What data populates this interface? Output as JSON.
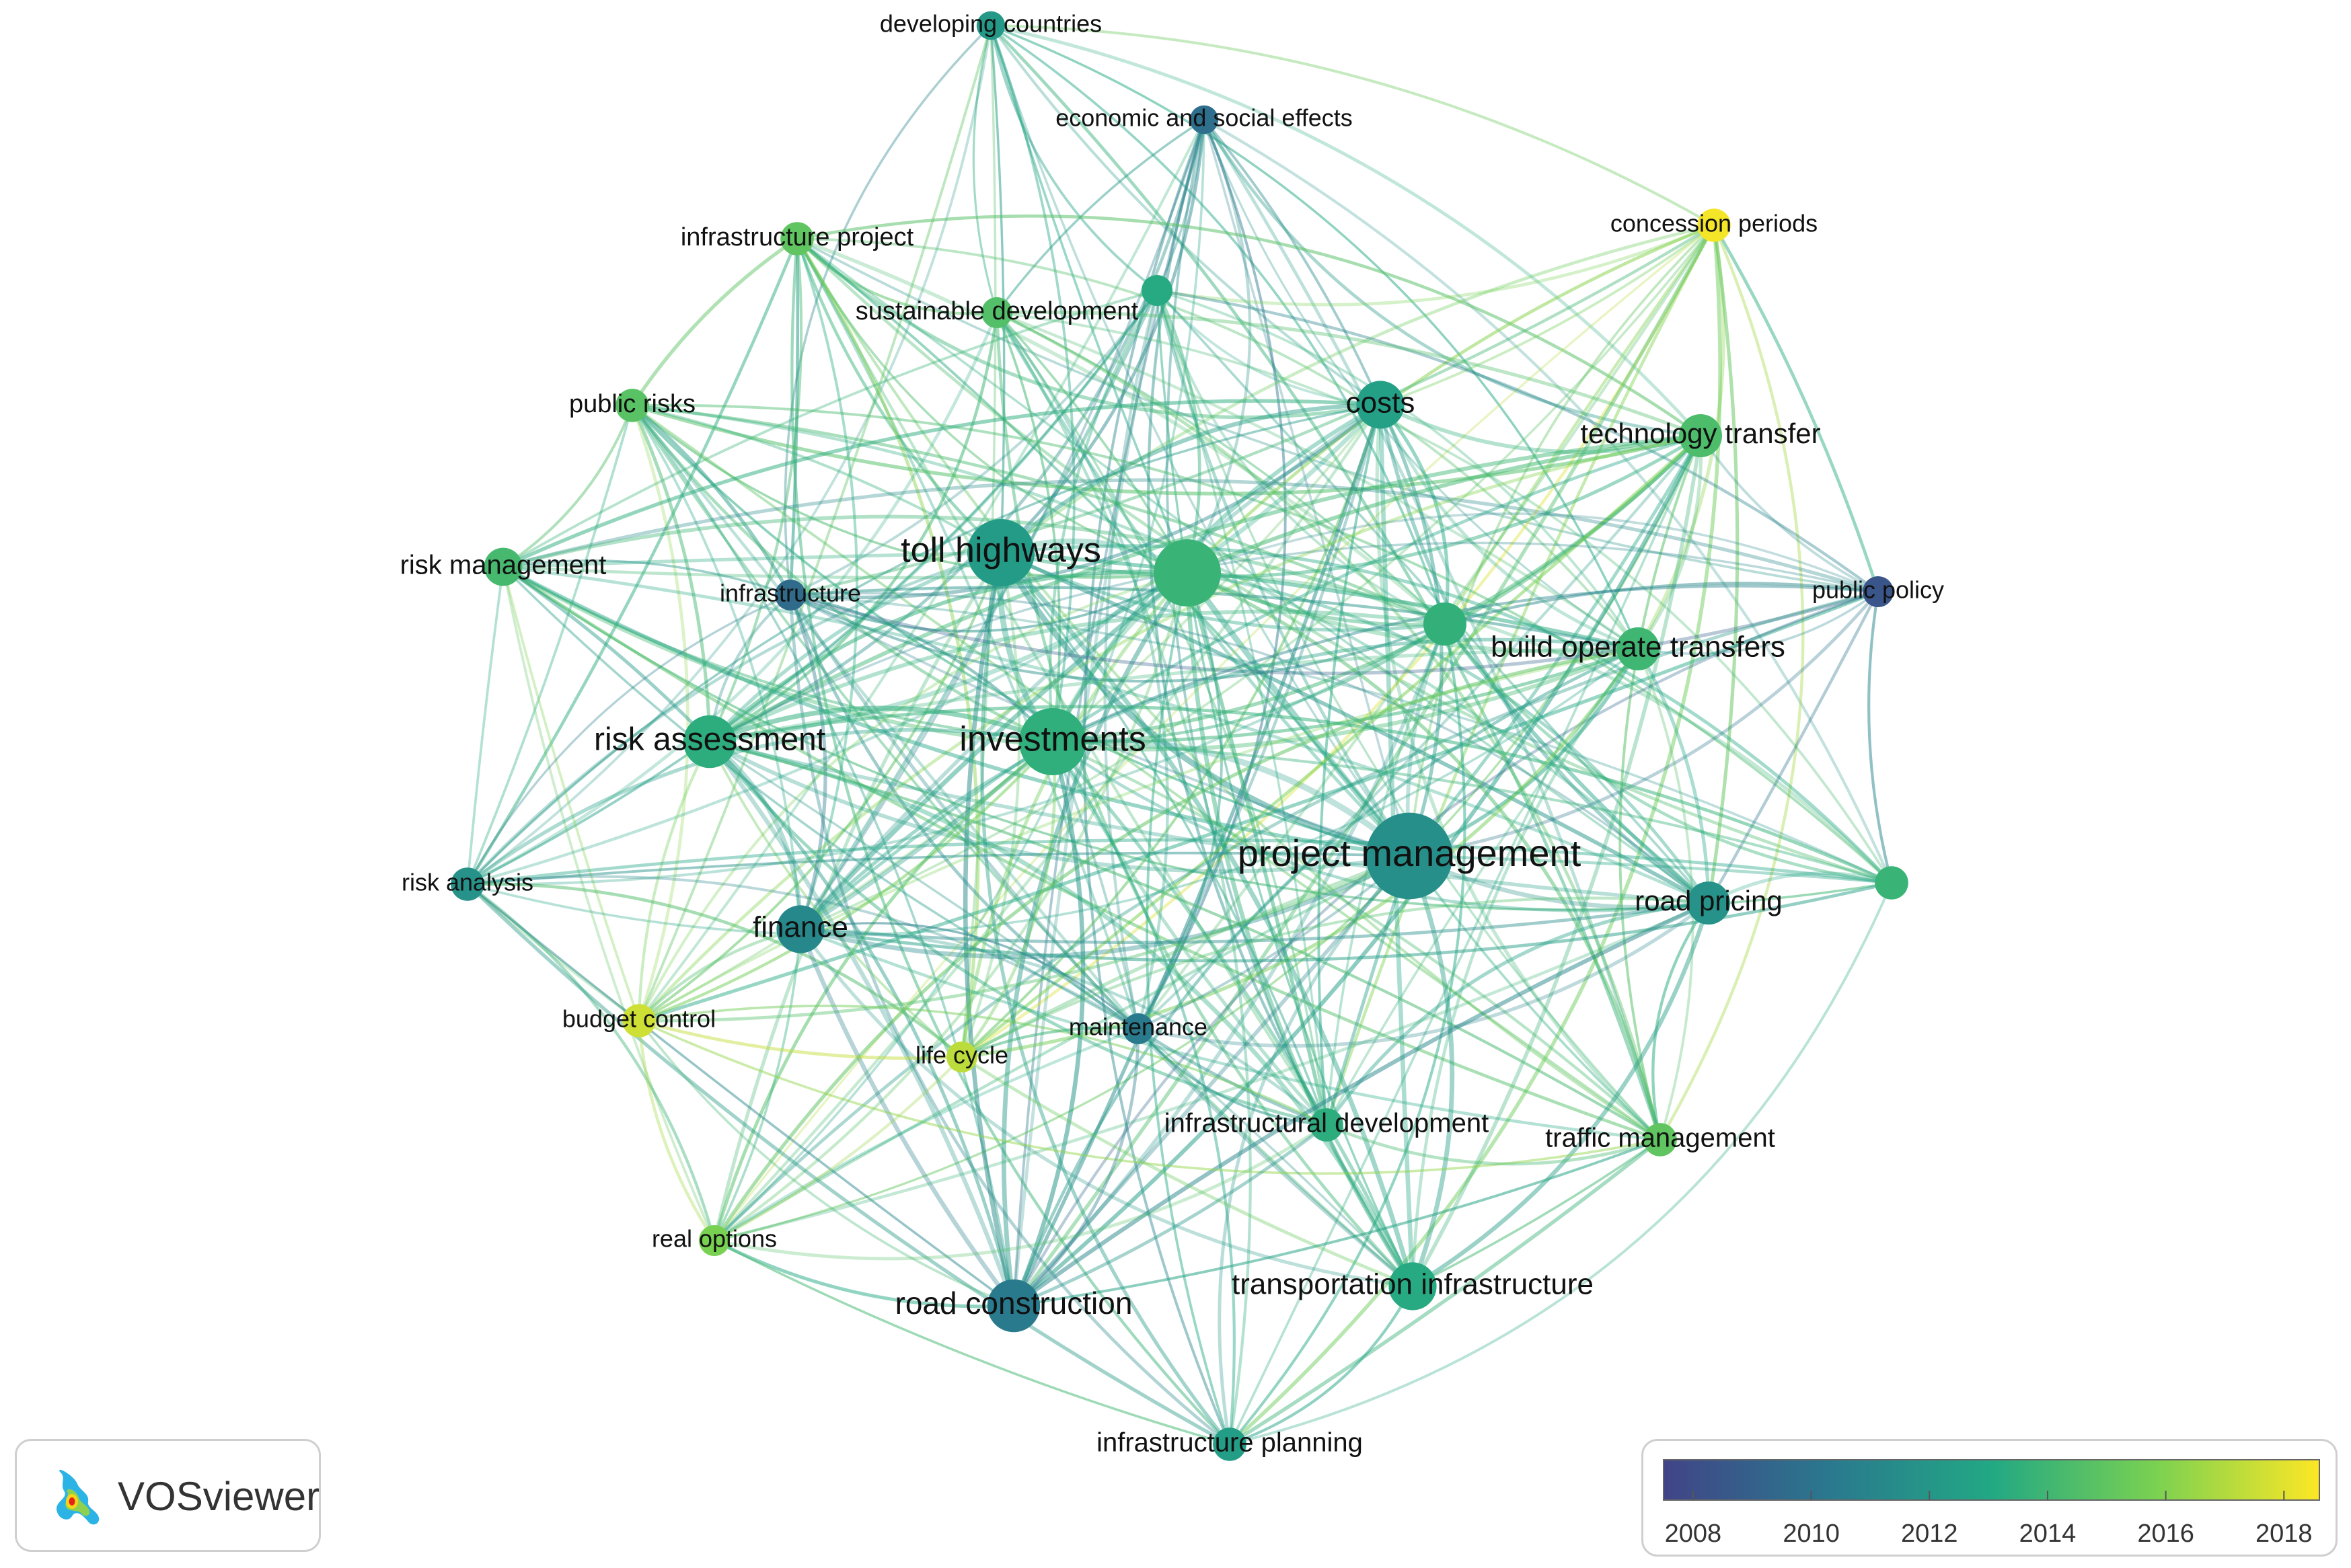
{
  "app": {
    "brand_name": "VOSviewer"
  },
  "colors": {
    "scale": [
      "#414487",
      "#2a788e",
      "#22a884",
      "#7ad151",
      "#fde725"
    ],
    "edge_colors": [
      "#1f6fa3",
      "#2aa8a0",
      "#22c28a",
      "#6fdc66",
      "#cfe64a"
    ]
  },
  "legend": {
    "min_year": 2007.5,
    "max_year": 2018.6,
    "ticks": [
      "2008",
      "2010",
      "2012",
      "2014",
      "2016",
      "2018"
    ]
  },
  "network": {
    "nodes": [
      {
        "id": "developing-countries",
        "label": "developing countries",
        "year": 2012.2,
        "weight": 2
      },
      {
        "id": "economic-social-effects",
        "label": "economic and social effects",
        "year": 2009.8,
        "weight": 2
      },
      {
        "id": "infrastructure-project",
        "label": "infrastructure project",
        "year": 2015.0,
        "weight": 3
      },
      {
        "id": "concession-periods",
        "label": "concession periods",
        "year": 2018.4,
        "weight": 3
      },
      {
        "id": "sustainable-development-a",
        "label": "",
        "year": 2013.2,
        "weight": 2.5
      },
      {
        "id": "sustainable-development",
        "label": "sustainable development",
        "year": 2014.6,
        "weight": 2.5
      },
      {
        "id": "public-risks",
        "label": "public risks",
        "year": 2014.8,
        "weight": 3
      },
      {
        "id": "costs",
        "label": "costs",
        "year": 2012.6,
        "weight": 6
      },
      {
        "id": "technology-transfer",
        "label": "technology transfer",
        "year": 2014.4,
        "weight": 5
      },
      {
        "id": "risk-management",
        "label": "risk management",
        "year": 2014.2,
        "weight": 4
      },
      {
        "id": "toll-highways",
        "label": "toll highways",
        "year": 2012.3,
        "weight": 10
      },
      {
        "id": "unlabeled-large",
        "label": "",
        "year": 2013.8,
        "weight": 10
      },
      {
        "id": "infrastructure",
        "label": "infrastructure",
        "year": 2009.6,
        "weight": 2.5
      },
      {
        "id": "public-policy",
        "label": "public policy",
        "year": 2008.4,
        "weight": 2.5
      },
      {
        "id": "unlabeled-mid",
        "label": "",
        "year": 2013.6,
        "weight": 5
      },
      {
        "id": "build-operate-transfers",
        "label": "build operate transfers",
        "year": 2014.0,
        "weight": 5
      },
      {
        "id": "risk-assessment",
        "label": "risk assessment",
        "year": 2013.4,
        "weight": 7
      },
      {
        "id": "investments",
        "label": "investments",
        "year": 2013.5,
        "weight": 10
      },
      {
        "id": "project-management",
        "label": "project management",
        "year": 2011.6,
        "weight": 14
      },
      {
        "id": "risk-analysis",
        "label": "risk analysis",
        "year": 2011.8,
        "weight": 3
      },
      {
        "id": "finance",
        "label": "finance",
        "year": 2011.2,
        "weight": 6
      },
      {
        "id": "road-pricing",
        "label": "road pricing",
        "year": 2011.8,
        "weight": 5
      },
      {
        "id": "unlabeled-right",
        "label": "",
        "year": 2013.8,
        "weight": 3
      },
      {
        "id": "budget-control",
        "label": "budget control",
        "year": 2017.6,
        "weight": 3
      },
      {
        "id": "maintenance",
        "label": "maintenance",
        "year": 2010.4,
        "weight": 2.5
      },
      {
        "id": "life-cycle",
        "label": "life cycle",
        "year": 2017.2,
        "weight": 2.5
      },
      {
        "id": "infrastructural-development",
        "label": "infrastructural development",
        "year": 2013.4,
        "weight": 3
      },
      {
        "id": "traffic-management",
        "label": "traffic management",
        "year": 2015.0,
        "weight": 3
      },
      {
        "id": "real-options",
        "label": "real options",
        "year": 2015.8,
        "weight": 2.5
      },
      {
        "id": "road-construction",
        "label": "road construction",
        "year": 2010.4,
        "weight": 7
      },
      {
        "id": "transportation-infrastructure",
        "label": "transportation infrastructure",
        "year": 2013.2,
        "weight": 6
      },
      {
        "id": "infrastructure-planning",
        "label": "infrastructure planning",
        "year": 2012.4,
        "weight": 3
      }
    ]
  }
}
